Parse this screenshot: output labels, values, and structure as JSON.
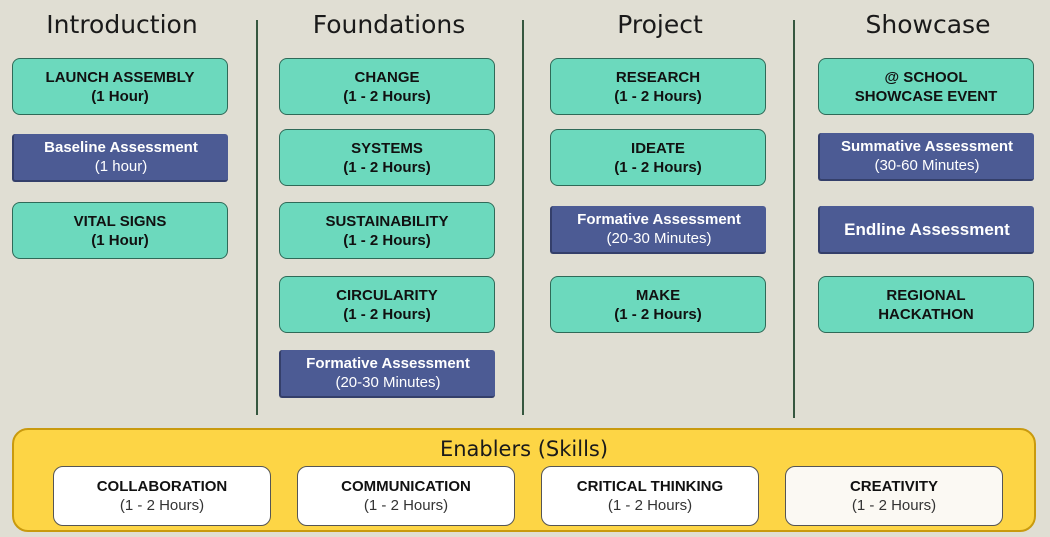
{
  "columns": [
    {
      "title": "Introduction",
      "items": [
        {
          "kind": "session",
          "line1": "LAUNCH ASSEMBLY",
          "line2": "(1 Hour)"
        },
        {
          "kind": "assessment",
          "line1": "Baseline Assessment",
          "line2": "(1 hour)"
        },
        {
          "kind": "session",
          "line1": "VITAL SIGNS",
          "line2": "(1 Hour)"
        }
      ]
    },
    {
      "title": "Foundations",
      "items": [
        {
          "kind": "session",
          "line1": "CHANGE",
          "line2": "(1 - 2 Hours)"
        },
        {
          "kind": "session",
          "line1": "SYSTEMS",
          "line2": "(1 - 2 Hours)"
        },
        {
          "kind": "session",
          "line1": "SUSTAINABILITY",
          "line2": "(1 - 2 Hours)"
        },
        {
          "kind": "session",
          "line1": "CIRCULARITY",
          "line2": "(1 - 2 Hours)"
        },
        {
          "kind": "assessment",
          "line1": "Formative Assessment",
          "line2": "(20-30 Minutes)"
        }
      ]
    },
    {
      "title": "Project",
      "items": [
        {
          "kind": "session",
          "line1": "RESEARCH",
          "line2": "(1 - 2 Hours)"
        },
        {
          "kind": "session",
          "line1": "IDEATE",
          "line2": "(1 - 2 Hours)"
        },
        {
          "kind": "assessment",
          "line1": "Formative Assessment",
          "line2": "(20-30 Minutes)"
        },
        {
          "kind": "session",
          "line1": "MAKE",
          "line2": "(1 - 2 Hours)"
        }
      ]
    },
    {
      "title": "Showcase",
      "items": [
        {
          "kind": "session",
          "line1": "@ SCHOOL",
          "line2": "SHOWCASE EVENT"
        },
        {
          "kind": "assessment",
          "line1": "Summative Assessment",
          "line2": "(30-60 Minutes)"
        },
        {
          "kind": "assessment",
          "line1": "Endline Assessment",
          "line2": ""
        },
        {
          "kind": "session",
          "line1": "REGIONAL",
          "line2": "HACKATHON"
        }
      ]
    }
  ],
  "enablers": {
    "title": "Enablers (Skills)",
    "skills": [
      {
        "line1": "COLLABORATION",
        "line2": "(1 - 2 Hours)"
      },
      {
        "line1": "COMMUNICATION",
        "line2": "(1 - 2 Hours)"
      },
      {
        "line1": "CRITICAL THINKING",
        "line2": "(1 - 2 Hours)"
      },
      {
        "line1": "CREATIVITY",
        "line2": "(1 - 2 Hours)"
      }
    ]
  },
  "colors": {
    "background": "#e0ded3",
    "session": "#6cd9bd",
    "assessment": "#4c5b94",
    "enablers": "#fdd545",
    "divider": "#36573f"
  }
}
